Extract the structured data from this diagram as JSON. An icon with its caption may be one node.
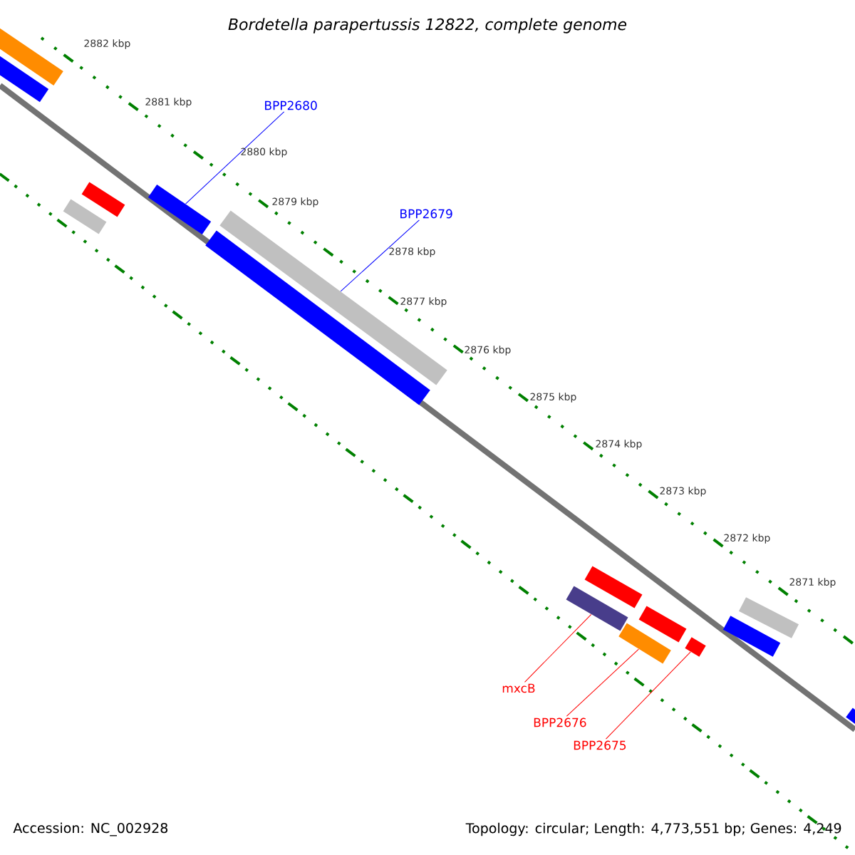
{
  "diagram": {
    "title": "Bordetella parapertussis 12822, complete genome",
    "nodes": [
      {
        "text": [
          "BPP2680"
        ]
      },
      {
        "text": [
          "BPP2679"
        ]
      },
      {
        "text": [
          "mxcB"
        ]
      },
      {
        "text": [
          "BPP2676"
        ]
      },
      {
        "text": [
          "BPP2675"
        ]
      },
      {
        "text": [],
        "shape": "bar"
      },
      {
        "text": [],
        "shape": "bar"
      },
      {
        "text": [],
        "shape": "bar"
      },
      {
        "text": [],
        "shape": "bar"
      },
      {
        "text": [],
        "shape": "bar"
      },
      {
        "text": [],
        "shape": "bar"
      },
      {
        "text": [],
        "shape": "bar"
      },
      {
        "text": [],
        "shape": "bar"
      },
      {
        "text": [],
        "shape": "bar"
      },
      {
        "text": [],
        "shape": "bar"
      },
      {
        "text": [],
        "shape": "bar"
      },
      {
        "text": [],
        "shape": "bar"
      },
      {
        "text": [],
        "shape": "bar"
      },
      {
        "text": [],
        "shape": "bar"
      },
      {
        "text": [],
        "shape": "bar"
      }
    ],
    "edges": [
      {
        "from": 0,
        "to": 9,
        "arrow": "none",
        "color": "#0000ff"
      },
      {
        "from": 1,
        "to": 11,
        "arrow": "none",
        "color": "#0000ff"
      },
      {
        "from": 2,
        "to": 12,
        "arrow": "none"
      },
      {
        "from": 3,
        "to": 14,
        "arrow": "none"
      },
      {
        "from": 4,
        "to": 16,
        "arrow": "none"
      }
    ],
    "labels": [
      "2882 kbp",
      "2881 kbp",
      "2880 kbp",
      "2879 kbp",
      "2878 kbp",
      "2877 kbp",
      "2876 kbp",
      "2875 kbp",
      "2874 kbp",
      "2873 kbp",
      "2872 kbp",
      "2871 kbp",
      "Accession: NC_002928",
      "Topology: circular; Length: 4,773,551 bp; Genes: 4,249"
    ]
  }
}
